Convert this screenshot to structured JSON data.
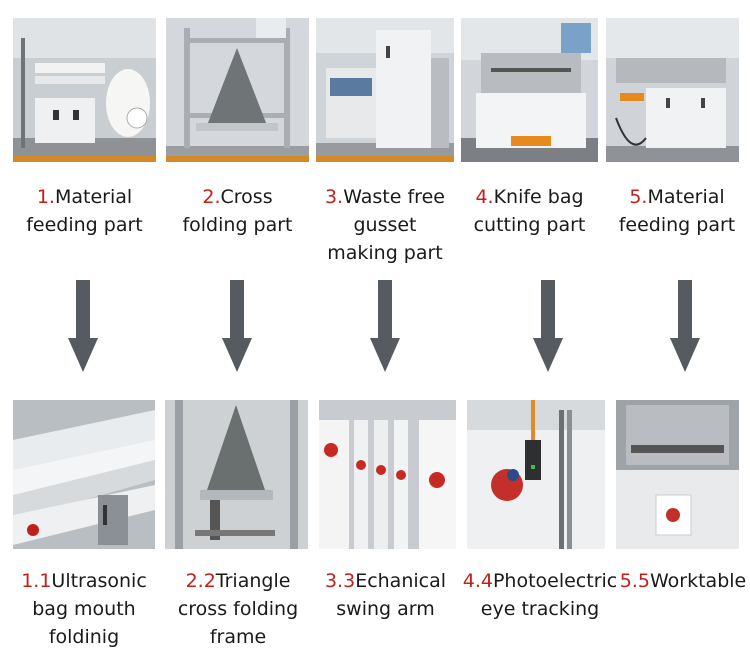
{
  "steps": [
    {
      "num": "1.",
      "line1": "Material",
      "line2": "feeding part",
      "line3": ""
    },
    {
      "num": "2.",
      "line1": "Cross",
      "line2": "folding part",
      "line3": ""
    },
    {
      "num": "3.",
      "line1": "Waste free",
      "line2": "gusset",
      "line3": "making part"
    },
    {
      "num": "4.",
      "line1": "Knife bag",
      "line2": "cutting part",
      "line3": ""
    },
    {
      "num": "5.",
      "line1": "Material",
      "line2": "feeding part",
      "line3": ""
    }
  ],
  "details": [
    {
      "num": "1.1",
      "line1": "Ultrasonic",
      "line2": "bag mouth",
      "line3": "foldinig"
    },
    {
      "num": "2.2",
      "line1": "Triangle",
      "line2": "cross folding",
      "line3": "frame"
    },
    {
      "num": "3.3",
      "line1": "Echanical",
      "line2": "swing arm",
      "line3": ""
    },
    {
      "num": "4.4",
      "line1": "Photoelectric",
      "line2": "eye tracking",
      "line3": ""
    },
    {
      "num": "5.5",
      "line1": "Worktable",
      "line2": "",
      "line3": ""
    }
  ],
  "colors": {
    "number_red": "#c0201a",
    "arrow_gray": "#555b60",
    "text": "#1a1a1a"
  },
  "photos": {
    "top": [
      "machine-material-feeding-photo",
      "cross-folding-frame-photo",
      "gusset-making-cabinet-photo",
      "knife-cutting-machine-photo",
      "material-feeding-machine-photo"
    ],
    "bottom": [
      "ultrasonic-rollers-photo",
      "triangle-frame-photo",
      "swing-arm-bags-photo",
      "photoelectric-sensor-photo",
      "worktable-photo"
    ]
  }
}
